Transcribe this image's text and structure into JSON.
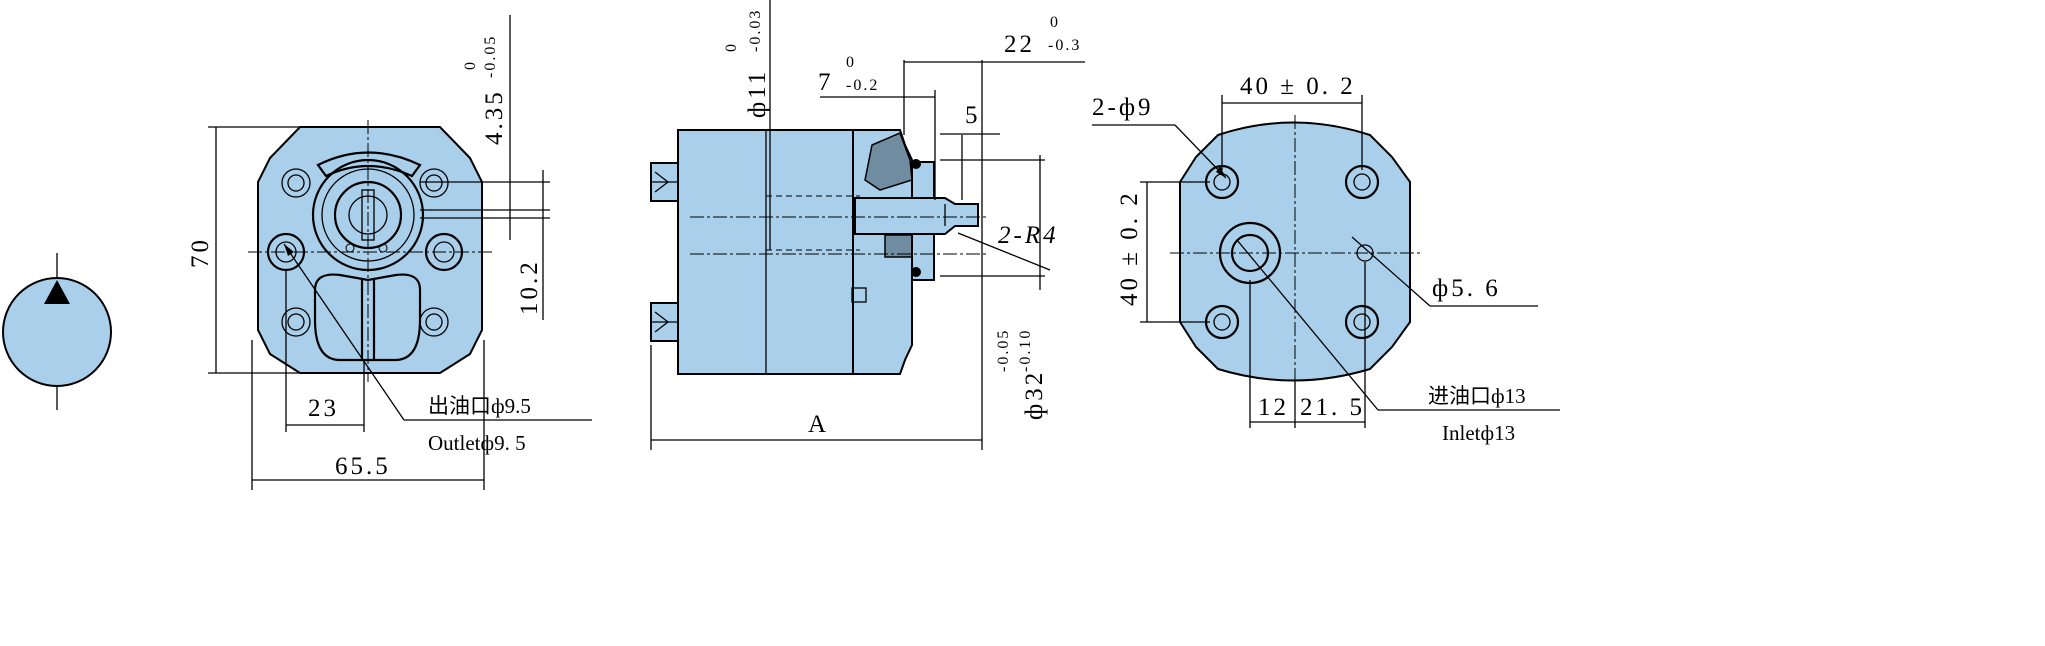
{
  "symbol": {
    "fill": "#a9cfea",
    "icon": "hydraulic-pump-symbol-icon"
  },
  "front_view": {
    "height": "70",
    "bore_depth": "4.35",
    "bore_depth_tol_upper": "0",
    "bore_depth_tol_lower": "-0.05",
    "key_height": "10.2",
    "outlet_offset": "23",
    "width": "65.5",
    "outlet_cn": "出油口ф9.5",
    "outlet_en": "Outletф9. 5"
  },
  "side_view": {
    "shaft_dia": "ф11",
    "shaft_dia_tol_upper": "0",
    "shaft_dia_tol_lower": "-0.03",
    "shoulder": "7",
    "shoulder_tol_upper": "0",
    "shoulder_tol_lower": "-0.2",
    "shaft_length": "22",
    "shaft_length_tol_upper": "0",
    "shaft_length_tol_lower": "-0.3",
    "key": "5",
    "radius": "2-R4",
    "pilot_dia": "ф32",
    "pilot_dia_tol_upper": "-0.05",
    "pilot_dia_tol_lower": "-0.10",
    "length": "A"
  },
  "rear_view": {
    "holes": "2-ф9",
    "hole_spacing_h": "40 ± 0. 2",
    "hole_spacing_v": "40 ± 0. 2",
    "pin_hole": "ф5. 6",
    "offset_a": "12",
    "offset_b": "21. 5",
    "inlet_cn": "进油口ф13",
    "inlet_en": "Inletф13"
  }
}
